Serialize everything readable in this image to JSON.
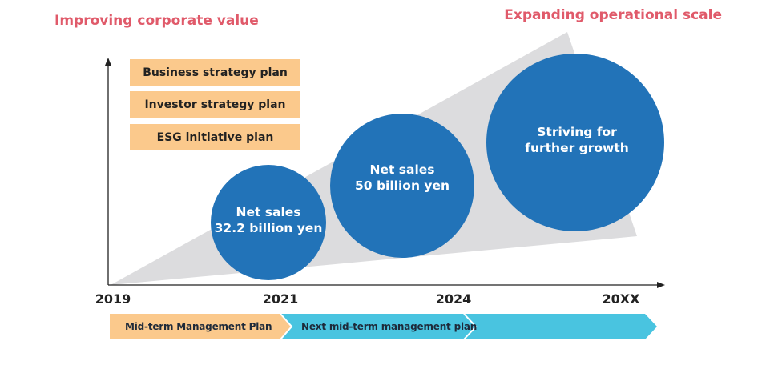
{
  "headings": {
    "left": "Improving corporate value",
    "right": "Expanding operational scale"
  },
  "plans": [
    {
      "label": "Business strategy plan"
    },
    {
      "label": "Investor strategy plan"
    },
    {
      "label": "ESG initiative plan"
    }
  ],
  "circles": [
    {
      "line1": "Net sales",
      "line2": "32.2 billion yen"
    },
    {
      "line1": "Net sales",
      "line2": "50 billion yen"
    },
    {
      "line1": "Striving for",
      "line2": "further growth"
    }
  ],
  "timeline": {
    "years": [
      "2019",
      "2021",
      "2024",
      "20XX"
    ]
  },
  "phases": [
    {
      "label": "Mid-term Management Plan"
    },
    {
      "label": "Next mid-term management plan"
    },
    {
      "label": ""
    }
  ],
  "colors": {
    "heading": "#e05a6a",
    "plan_box": "#fbc98c",
    "circle": "#2273b8",
    "wedge": "#dcdcde",
    "phase1": "#fbc98c",
    "phase_next": "#49c4e0",
    "axis": "#222222"
  }
}
